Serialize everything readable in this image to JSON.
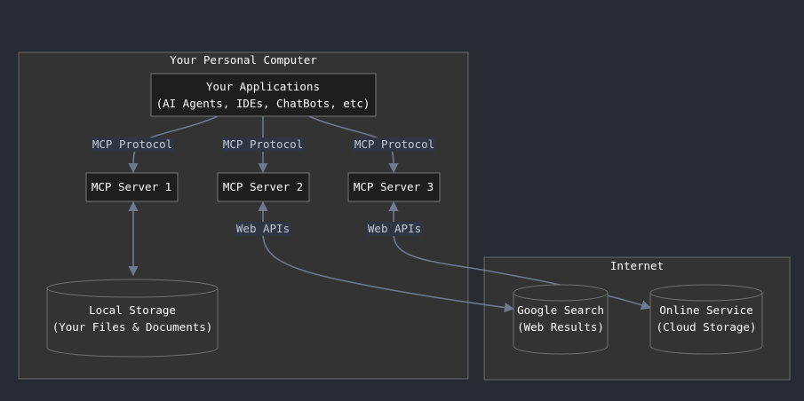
{
  "clusters": {
    "computer": {
      "title": "Your Personal Computer"
    },
    "internet": {
      "title": "Internet"
    }
  },
  "nodes": {
    "apps": {
      "line1": "Your Applications",
      "line2": "(AI Agents, IDEs, ChatBots, etc)"
    },
    "server1": {
      "label": "MCP Server 1"
    },
    "server2": {
      "label": "MCP Server 2"
    },
    "server3": {
      "label": "MCP Server 3"
    },
    "local_storage": {
      "line1": "Local Storage",
      "line2": "(Your Files & Documents)"
    },
    "google_search": {
      "line1": "Google Search",
      "line2": "(Web Results)"
    },
    "online_service": {
      "line1": "Online Service",
      "line2": "(Cloud Storage)"
    }
  },
  "edges": {
    "mcp1": "MCP Protocol",
    "mcp2": "MCP Protocol",
    "mcp3": "MCP Protocol",
    "web1": "Web APIs",
    "web2": "Web APIs"
  },
  "colors": {
    "background": "#262a33",
    "cluster_fill": "#333333",
    "node_fill": "#1e1e1e",
    "edge": "#6e7a8e",
    "edge_label_text": "#c3cbd8"
  }
}
